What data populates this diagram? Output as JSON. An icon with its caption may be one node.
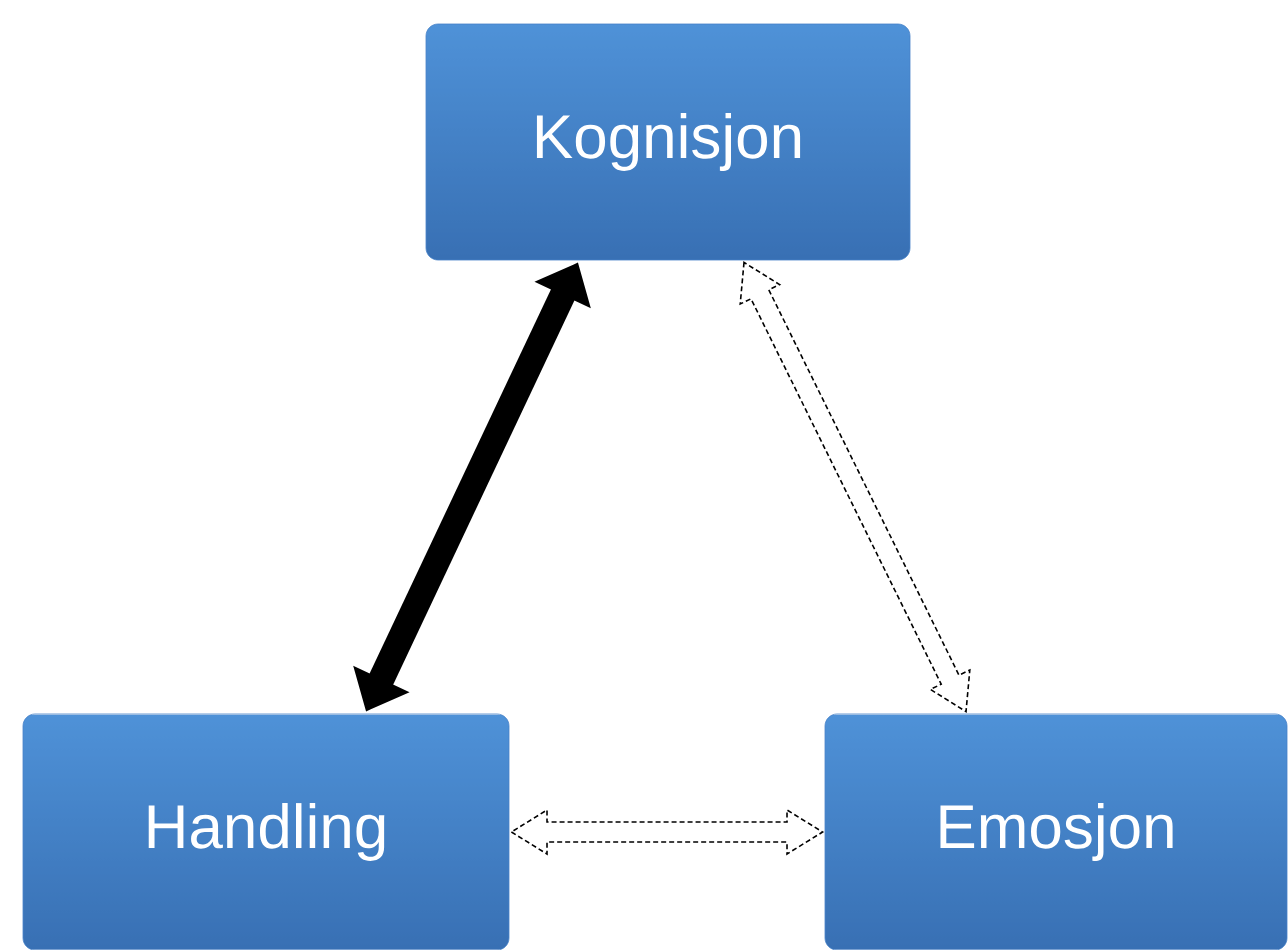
{
  "diagram": {
    "nodes": [
      {
        "text": [
          "Kognisjon"
        ]
      },
      {
        "text": [
          "Handling"
        ]
      },
      {
        "text": [
          "Emosjon"
        ]
      }
    ],
    "edges": [
      {
        "from": 0,
        "to": 1,
        "arrow": "both"
      },
      {
        "from": 0,
        "to": 2,
        "arrow": "both",
        "style": "dashed"
      },
      {
        "from": 1,
        "to": 2,
        "arrow": "both",
        "style": "dashed"
      }
    ]
  }
}
